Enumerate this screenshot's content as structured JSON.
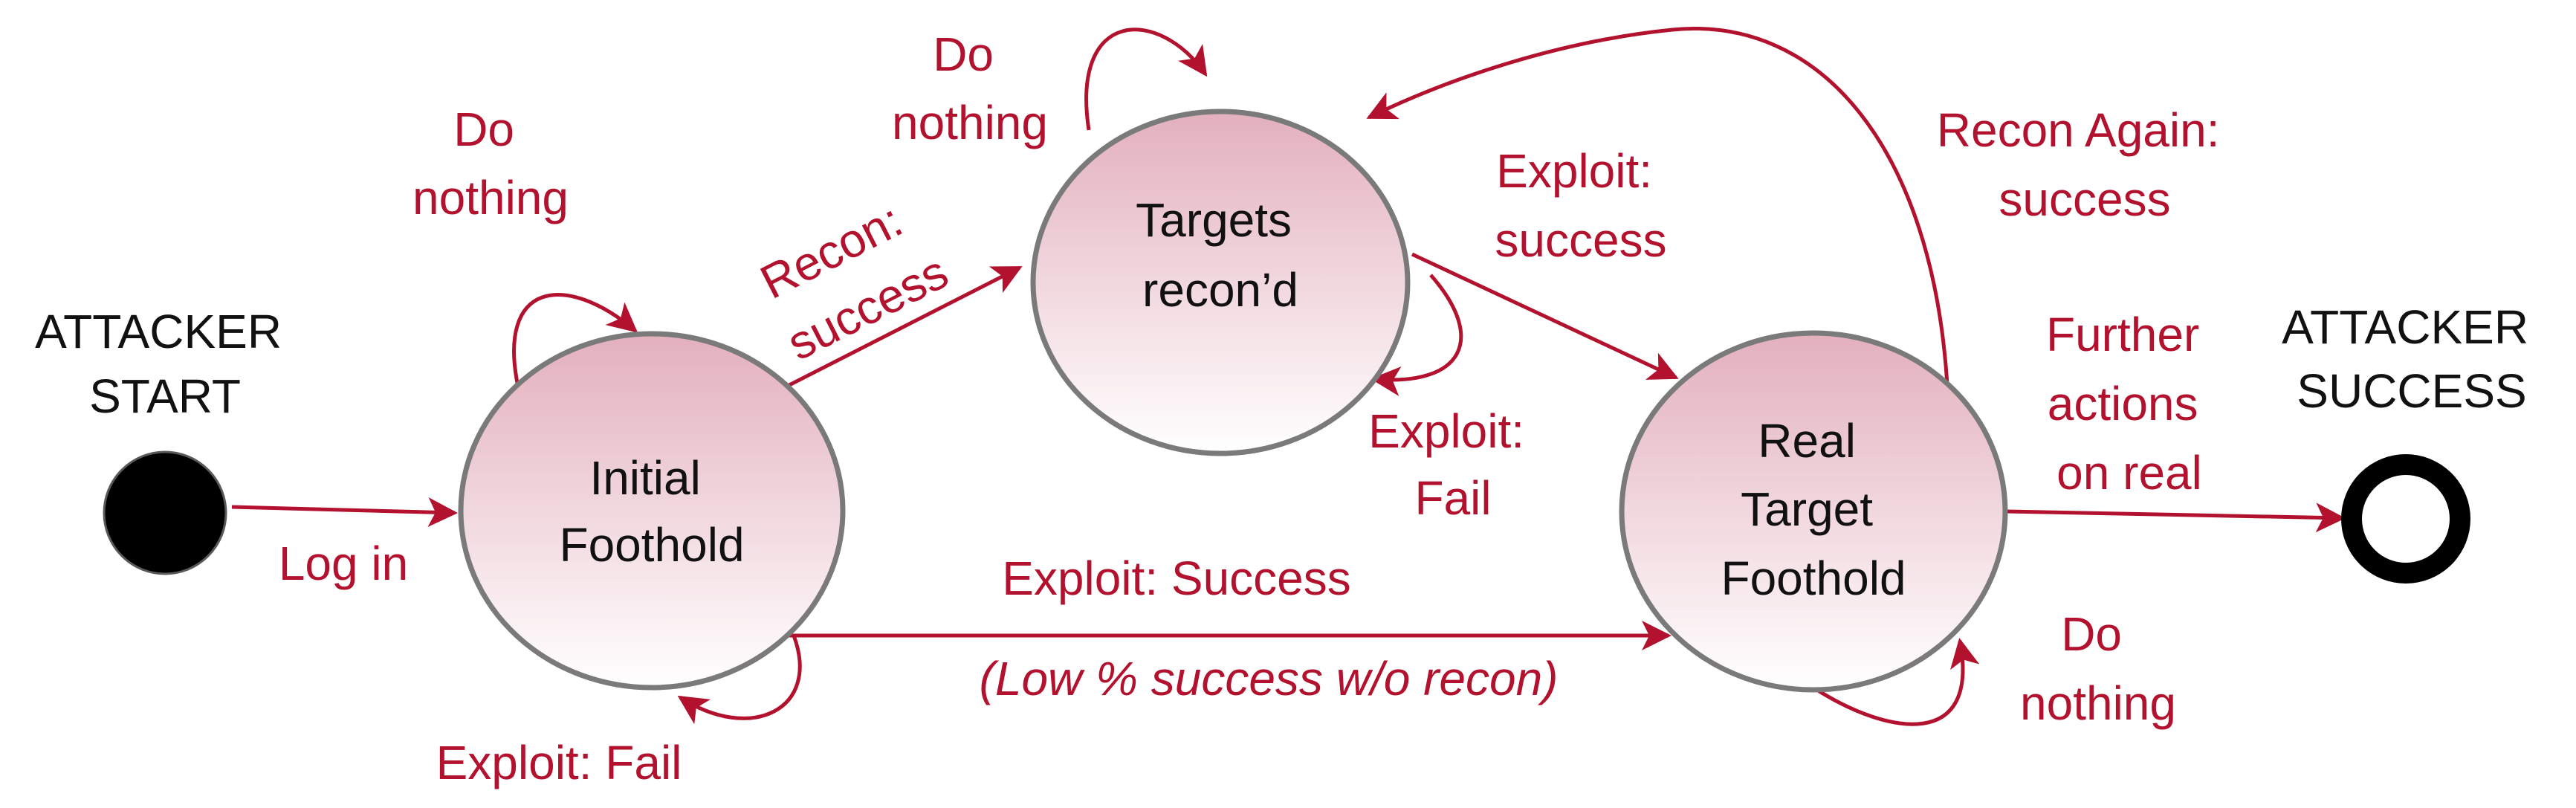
{
  "diagram": {
    "colors": {
      "edge": "#b3122e",
      "node_fill_top": "#e3b0bd",
      "node_fill_bottom": "#ffffff",
      "node_stroke": "#7a7a7a",
      "start_fill": "#000000",
      "text": "#111111"
    },
    "states": {
      "start": {
        "lines": [
          "ATTACKER",
          "START"
        ]
      },
      "initial": {
        "lines": [
          "Initial",
          "Foothold"
        ]
      },
      "recon": {
        "lines": [
          "Targets",
          "recon’d"
        ]
      },
      "real": {
        "lines": [
          "Real",
          "Target",
          "Foothold"
        ]
      },
      "success": {
        "lines": [
          "ATTACKER",
          "SUCCESS"
        ]
      }
    },
    "transitions": {
      "login": {
        "lines": [
          "Log in"
        ]
      },
      "initial_self_nothing": {
        "lines": [
          "Do",
          "nothing"
        ]
      },
      "initial_self_fail": {
        "lines": [
          "Exploit: Fail"
        ]
      },
      "recon_success": {
        "lines": [
          "Recon:",
          "success"
        ]
      },
      "recon_self_nothing": {
        "lines": [
          "Do",
          "nothing"
        ]
      },
      "recon_self_fail": {
        "lines": [
          "Exploit:",
          "Fail"
        ]
      },
      "exploit_success_from_recon": {
        "lines": [
          "Exploit:",
          "success"
        ]
      },
      "exploit_success_direct": {
        "lines": [
          "Exploit: Success"
        ],
        "note": "(Low % success w/o recon)"
      },
      "recon_again": {
        "lines": [
          "Recon Again:",
          "success"
        ]
      },
      "real_self_nothing": {
        "lines": [
          "Do",
          "nothing"
        ]
      },
      "further_actions": {
        "lines": [
          "Further",
          "actions",
          "on real"
        ]
      }
    }
  }
}
